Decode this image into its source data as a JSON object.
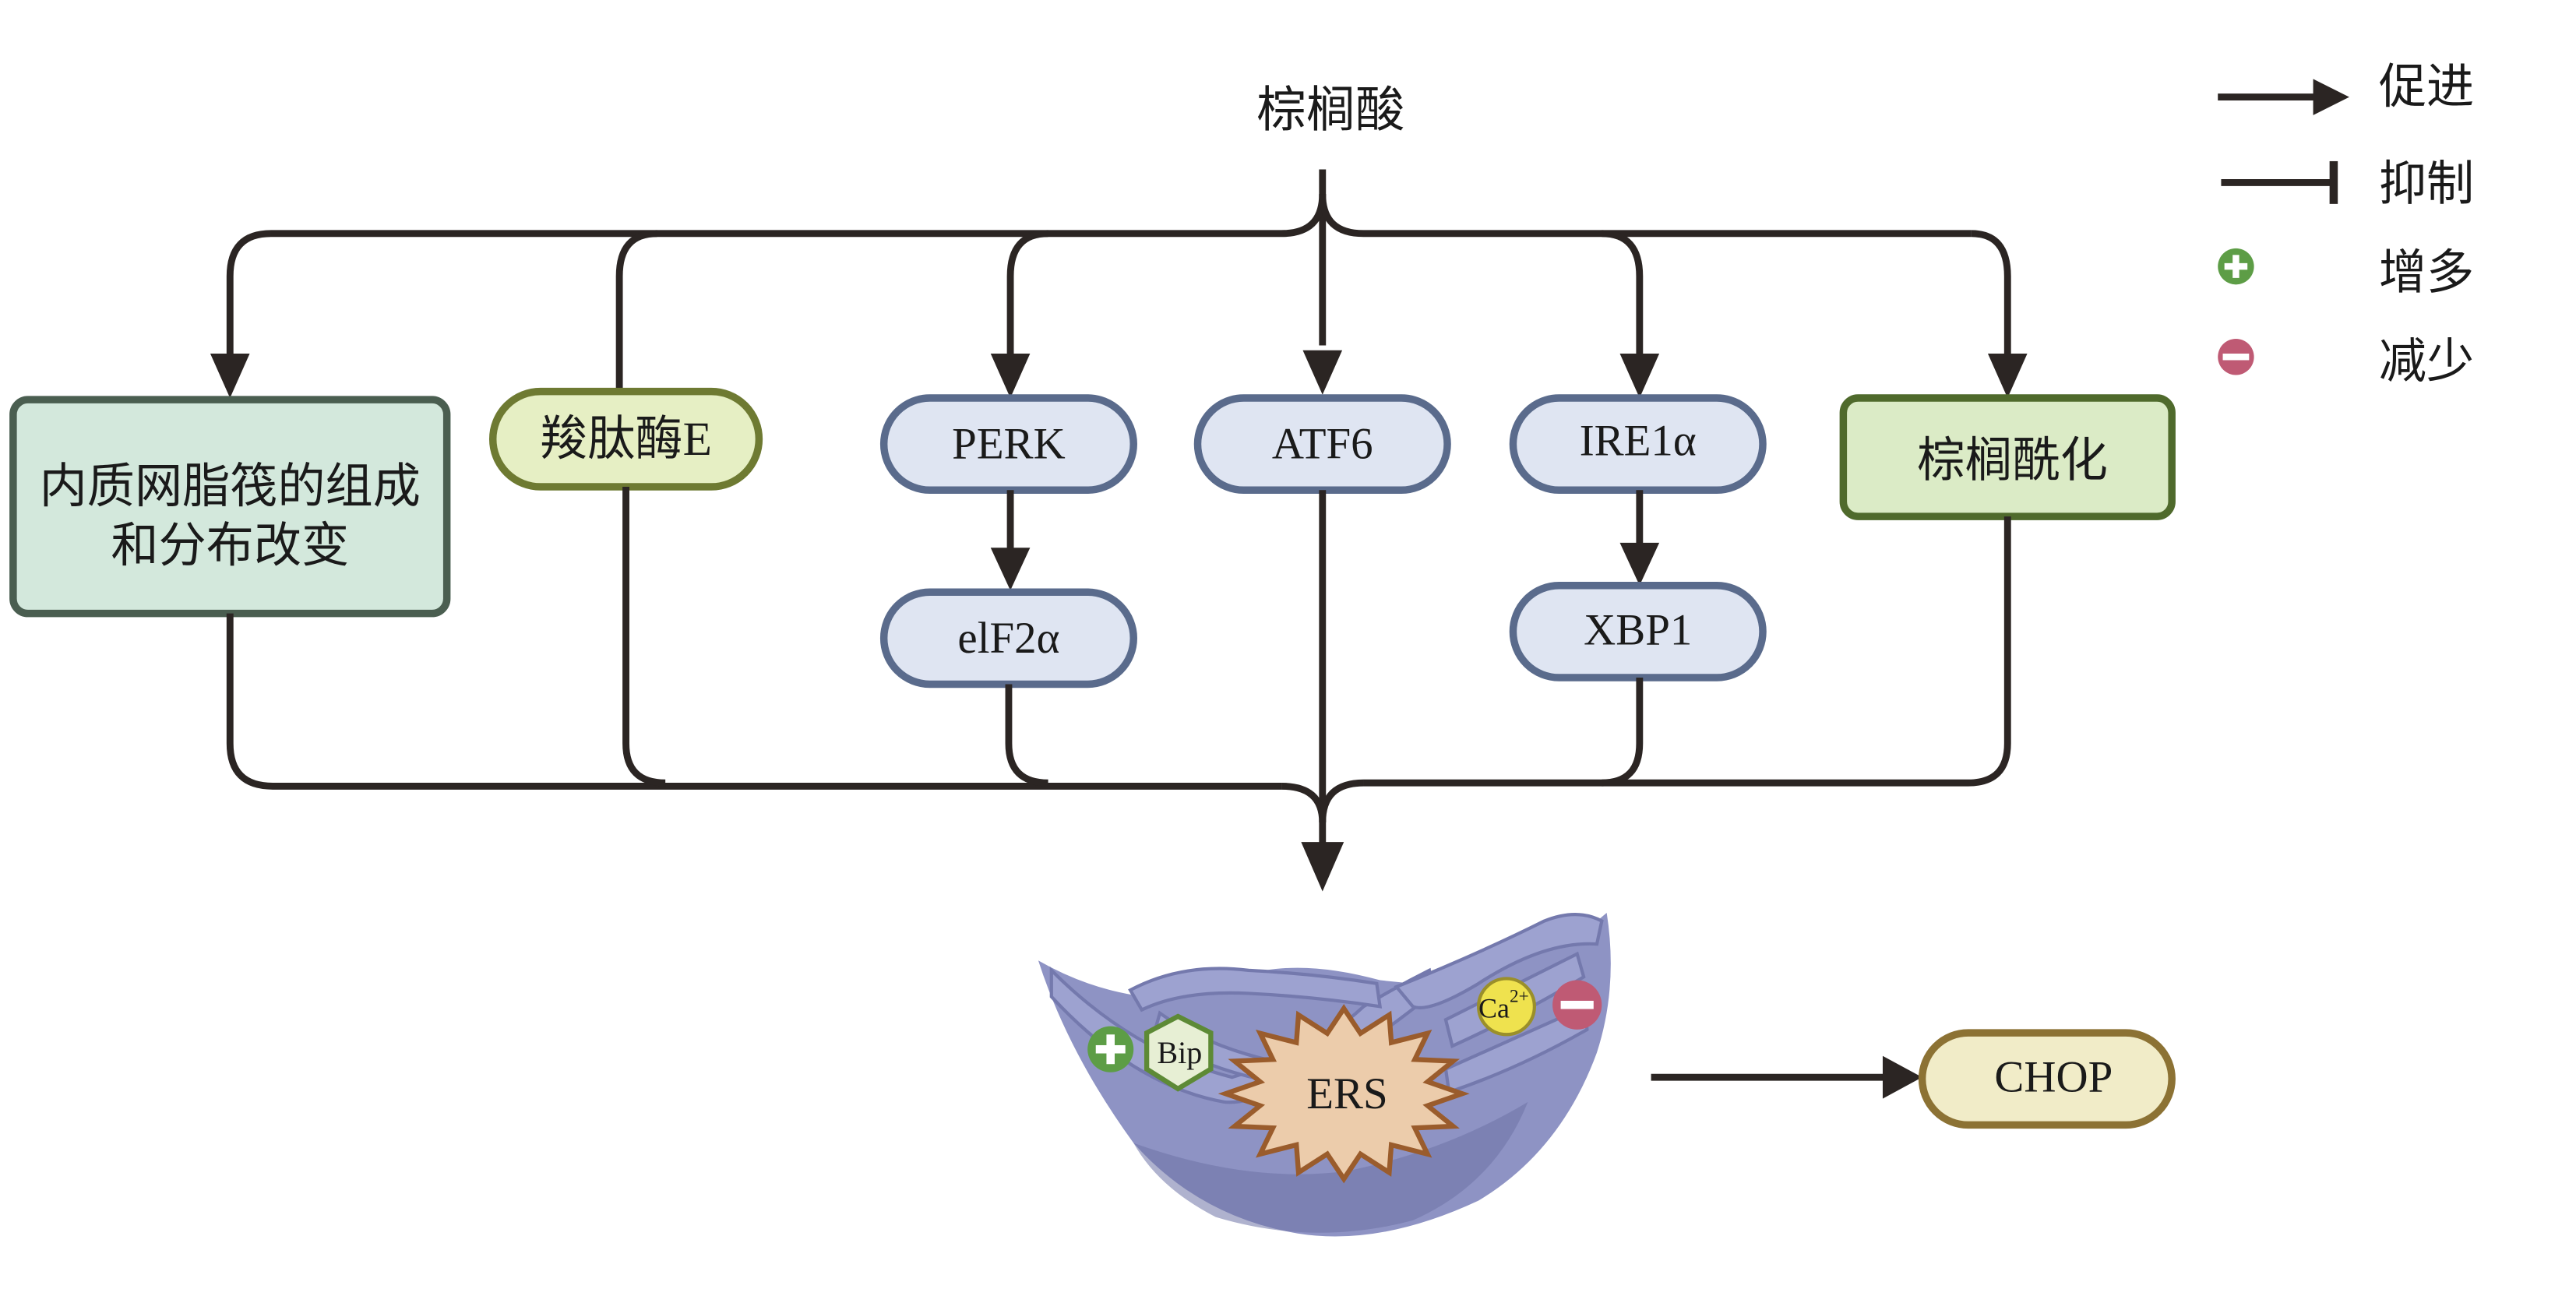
{
  "title": "棕榈酸",
  "colors": {
    "line": "#2b2523",
    "green_box_fill": "#d3e8dc",
    "green_box_stroke": "#4a5e50",
    "olive_box_fill": "#e6efc4",
    "olive_box_stroke": "#6e7a32",
    "blue_box_fill": "#dfe5f2",
    "blue_box_stroke": "#5a6b8c",
    "palm_box_fill": "#dbebc6",
    "palm_box_stroke": "#4f6a2c",
    "chop_fill": "#f1ecc8",
    "chop_stroke": "#8c7234",
    "increase": "#5d9d46",
    "decrease": "#bf5a74",
    "er_body": "#8e93c4",
    "ers_fill": "#ecccab",
    "ers_stroke": "#9a5c2c",
    "ca_fill": "#efe24e",
    "bip_fill": "#e7efd4"
  },
  "nodes": {
    "er_lipid_raft": {
      "line1": "内质网脂筏的组成",
      "line2": "和分布改变"
    },
    "carboxypeptidase_e": {
      "label": "羧肽酶E"
    },
    "perk": {
      "label": "PERK"
    },
    "eif2a": {
      "label": "elF2α"
    },
    "atf6": {
      "label": "ATF6"
    },
    "ire1a": {
      "label": "IRE1α"
    },
    "xbp1": {
      "label": "XBP1"
    },
    "palmitoylation": {
      "label": "棕榈酰化"
    },
    "ers": {
      "label": "ERS"
    },
    "bip": {
      "label": "Bip"
    },
    "ca": {
      "label": "Ca",
      "sup": "2+"
    },
    "chop": {
      "label": "CHOP"
    }
  },
  "legend": [
    {
      "symbol": "arrow",
      "label": "促进"
    },
    {
      "symbol": "inhibit",
      "label": "抑制"
    },
    {
      "symbol": "plus-circle",
      "label": "增多"
    },
    {
      "symbol": "minus-circle",
      "label": "减少"
    }
  ],
  "edges": [
    {
      "from": "棕榈酸",
      "to": "内质网脂筏的组成和分布改变",
      "type": "promote"
    },
    {
      "from": "棕榈酸",
      "to": "羧肽酶E",
      "type": "inhibit"
    },
    {
      "from": "棕榈酸",
      "to": "PERK",
      "type": "promote"
    },
    {
      "from": "棕榈酸",
      "to": "ATF6",
      "type": "promote"
    },
    {
      "from": "棕榈酸",
      "to": "IRE1α",
      "type": "promote"
    },
    {
      "from": "棕榈酸",
      "to": "棕榈酰化",
      "type": "promote"
    },
    {
      "from": "PERK",
      "to": "elF2α",
      "type": "promote"
    },
    {
      "from": "IRE1α",
      "to": "XBP1",
      "type": "promote"
    },
    {
      "from": "all pathways",
      "to": "ERS",
      "type": "promote"
    },
    {
      "from": "ERS",
      "to": "CHOP",
      "type": "promote"
    }
  ],
  "er_markers": [
    {
      "marker": "increase",
      "target": "Bip"
    },
    {
      "marker": "decrease",
      "target": "Ca2+"
    }
  ]
}
